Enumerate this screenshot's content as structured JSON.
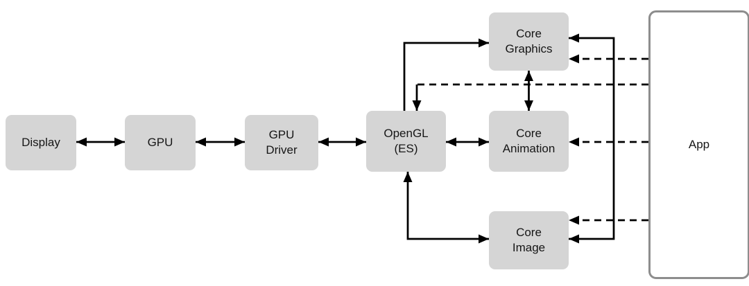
{
  "diagram": {
    "boxes": {
      "display": {
        "label": "Display"
      },
      "gpu": {
        "label": "GPU"
      },
      "gpu_driver": {
        "label": "GPU\nDriver"
      },
      "opengl": {
        "label": "OpenGL\n(ES)"
      },
      "core_graphics": {
        "label": "Core\nGraphics"
      },
      "core_animation": {
        "label": "Core\nAnimation"
      },
      "core_image": {
        "label": "Core\nImage"
      },
      "app": {
        "label": "App"
      }
    },
    "colors": {
      "box_fill": "#d5d5d5",
      "box_text": "#161616",
      "app_border": "#8d8d8d",
      "arrow": "#000000",
      "background": "#ffffff"
    },
    "connections": [
      {
        "from": "Display",
        "to": "GPU",
        "style": "solid",
        "direction": "both"
      },
      {
        "from": "GPU",
        "to": "GPU Driver",
        "style": "solid",
        "direction": "both"
      },
      {
        "from": "GPU Driver",
        "to": "OpenGL (ES)",
        "style": "solid",
        "direction": "both"
      },
      {
        "from": "OpenGL (ES)",
        "to": "Core Animation",
        "style": "solid",
        "direction": "both"
      },
      {
        "from": "Core Graphics",
        "to": "Core Animation",
        "style": "solid",
        "direction": "both"
      },
      {
        "from": "OpenGL (ES)",
        "to": "Core Graphics",
        "style": "solid",
        "direction": "to"
      },
      {
        "from": "OpenGL (ES)",
        "to": "Core Image",
        "style": "solid",
        "direction": "both"
      },
      {
        "from": "App",
        "to": "OpenGL (ES)",
        "style": "dashed",
        "direction": "to"
      },
      {
        "from": "App",
        "to": "Core Graphics",
        "style": "dashed",
        "direction": "to"
      },
      {
        "from": "App",
        "to": "Core Animation",
        "style": "dashed",
        "direction": "to"
      },
      {
        "from": "App",
        "to": "Core Image",
        "style": "dashed",
        "direction": "to"
      },
      {
        "from": "App",
        "to": "Core Graphics",
        "style": "solid",
        "direction": "to"
      },
      {
        "from": "App",
        "to": "Core Image",
        "style": "solid",
        "direction": "to"
      }
    ]
  }
}
